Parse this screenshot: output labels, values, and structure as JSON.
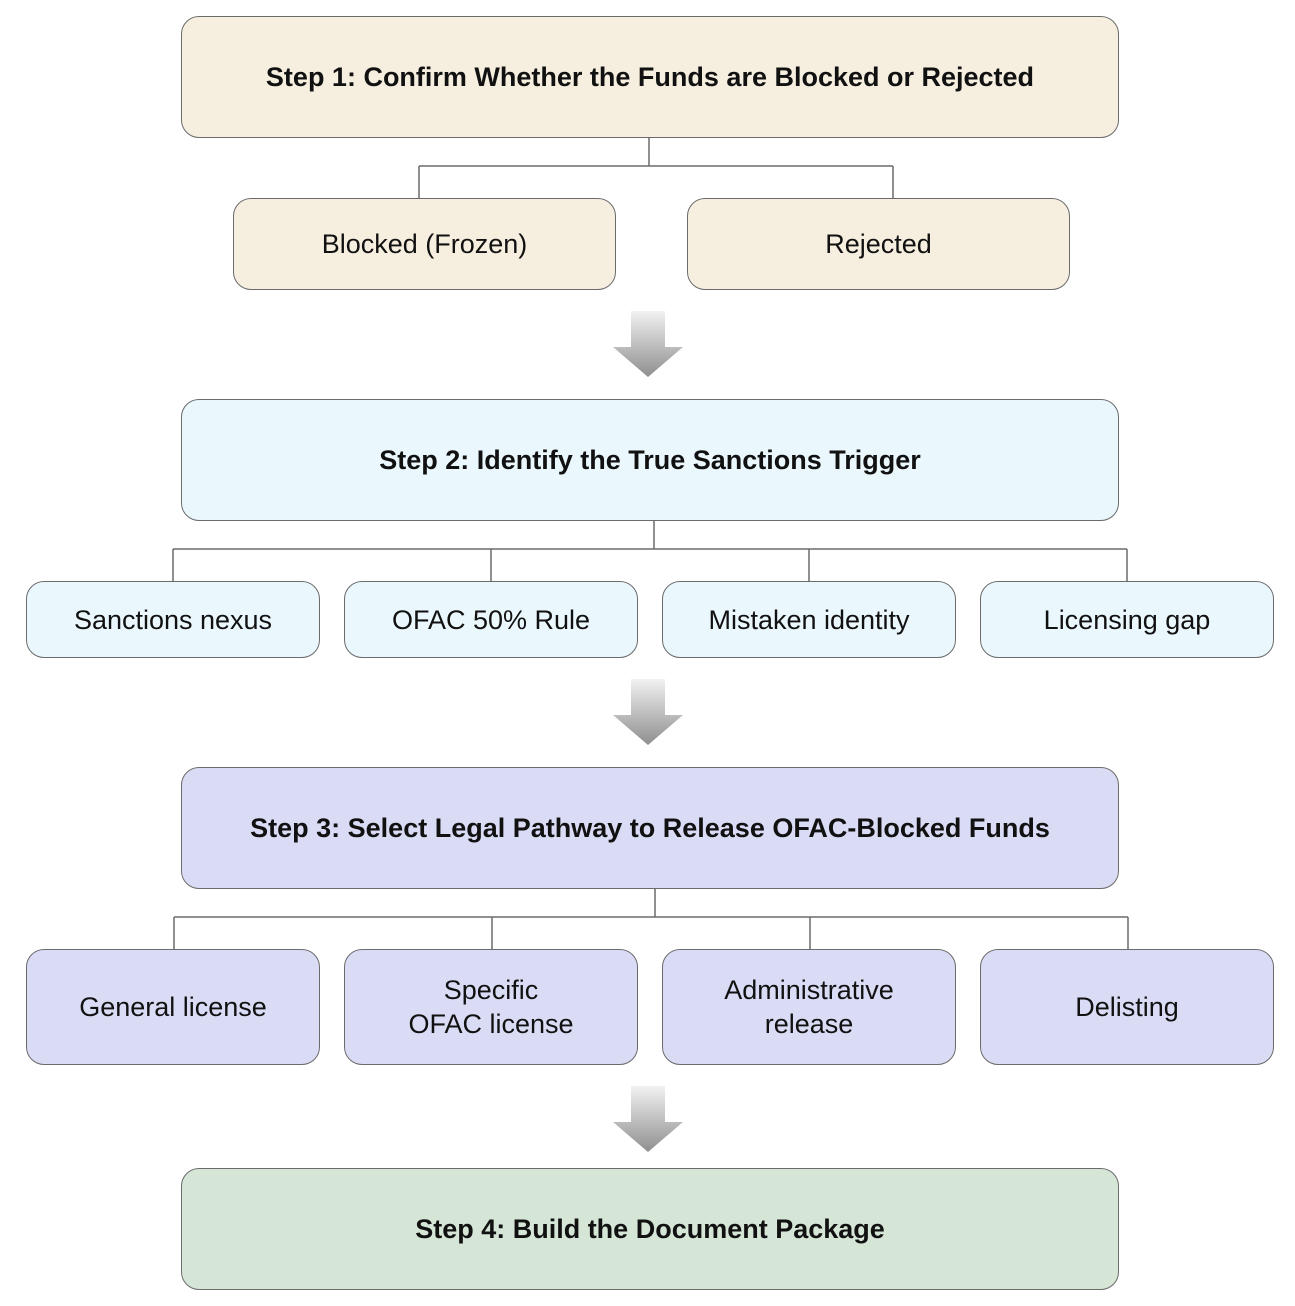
{
  "colors": {
    "step1_fill": "#f6efe0",
    "step2_fill": "#eaf7fd",
    "step3_fill": "#dadcf5",
    "step4_fill": "#d5e5d6",
    "line": "#6b6b6b",
    "arrow_top": "#f2f2f2",
    "arrow_bottom": "#8f8f8f"
  },
  "step1": {
    "title": "Step 1: Confirm Whether the Funds are Blocked or Rejected",
    "options": [
      "Blocked (Frozen)",
      "Rejected"
    ]
  },
  "step2": {
    "title": "Step 2: Identify the True Sanctions Trigger",
    "options": [
      "Sanctions nexus",
      "OFAC 50% Rule",
      "Mistaken identity",
      "Licensing gap"
    ]
  },
  "step3": {
    "title": "Step 3: Select Legal Pathway to Release OFAC-Blocked Funds",
    "options": [
      "General license",
      "Specific OFAC license",
      "Administrative release",
      "Delisting"
    ]
  },
  "step4": {
    "title": "Step 4: Build the Document Package"
  }
}
